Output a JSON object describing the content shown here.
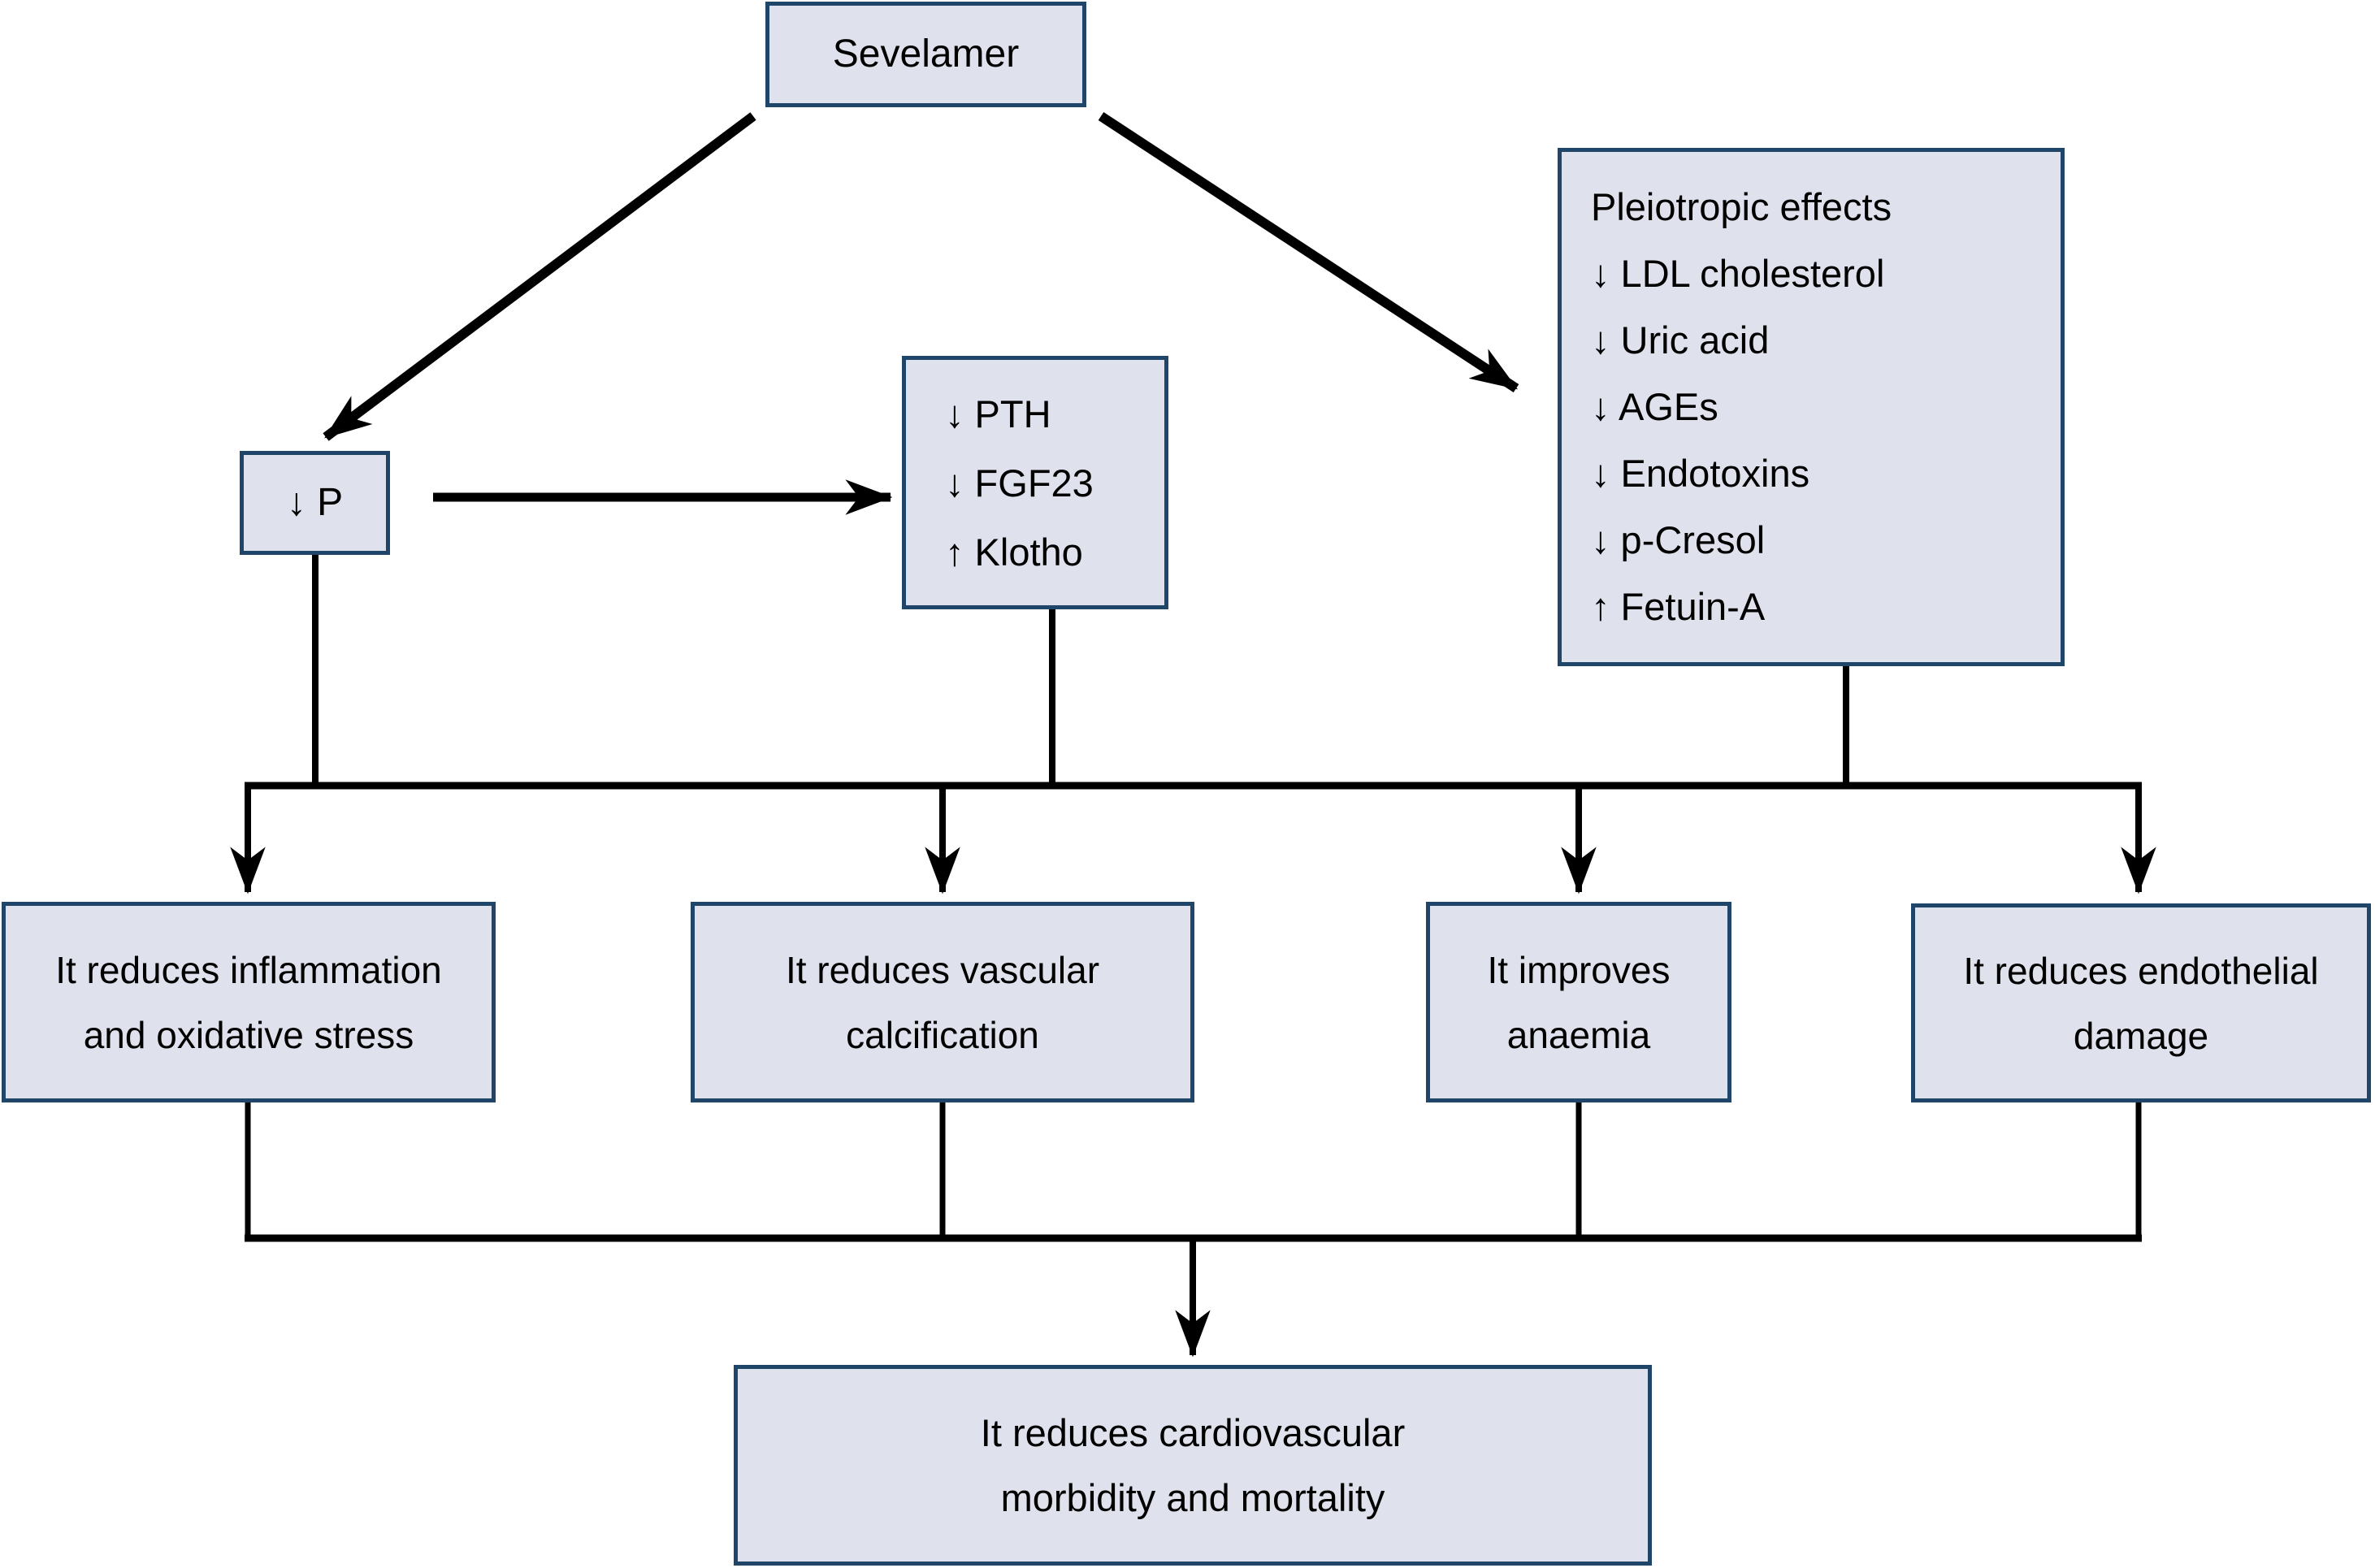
{
  "figure": {
    "type": "flowchart",
    "title_node": "Sevelamer",
    "colors": {
      "background": "#ffffff",
      "box_fill": "#dfe2ed",
      "box_border": "#1f4569",
      "line_color": "#000000",
      "text_color": "#000000"
    },
    "nodes": {
      "sevelamer": {
        "label": "Sevelamer"
      },
      "phosphate": {
        "label": "↓ P"
      },
      "mineral": {
        "lines": [
          "↓ PTH",
          "↓ FGF23",
          "↑ Klotho"
        ]
      },
      "pleiotropic": {
        "lines": [
          "Pleiotropic effects",
          "↓ LDL cholesterol",
          "↓ Uric acid",
          "↓ AGEs",
          "↓ Endotoxins",
          "↓ p-Cresol",
          "↑ Fetuin-A"
        ]
      },
      "inflammation": {
        "lines": [
          "It reduces inflammation",
          "and oxidative stress"
        ]
      },
      "calcification": {
        "lines": [
          "It reduces vascular",
          "calcification"
        ]
      },
      "anaemia": {
        "lines": [
          "It improves",
          "anaemia"
        ]
      },
      "endothelial": {
        "lines": [
          "It reduces endothelial",
          "damage"
        ]
      },
      "outcome": {
        "lines": [
          "It reduces cardiovascular",
          "morbidity and mortality"
        ]
      }
    }
  }
}
